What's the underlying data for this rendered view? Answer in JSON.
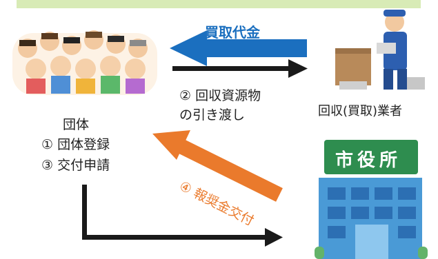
{
  "labels": {
    "buyback_payment": "買取代金",
    "step2_line1": "② 回収資源物",
    "step2_line2": "の引き渡し",
    "collector": "回収(買取)業者",
    "group_title": "団体",
    "step1": "① 団体登録",
    "step3": "③ 交付申請",
    "step4": "④ 報奨金交付",
    "city_hall_sign": "市役所"
  },
  "colors": {
    "top_band": "#d8ebb6",
    "blue_arrow": "#1b6fbf",
    "orange_arrow": "#ea7a2c",
    "black_arrow": "#1a1a1a",
    "city_hall_sign": "#2e8d4f",
    "building_wall": "#4a9ad6",
    "building_window": "#2c6fb3"
  }
}
